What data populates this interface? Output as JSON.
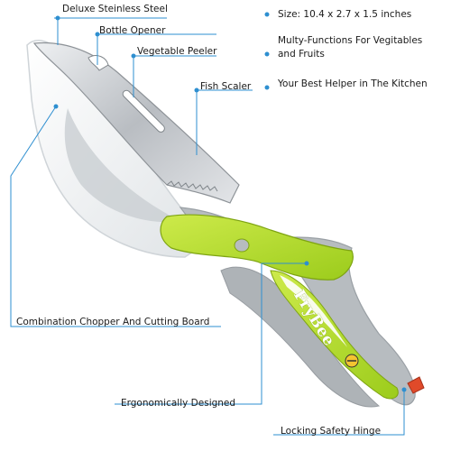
{
  "labels": {
    "steel": "Deluxe Steinless Steel",
    "bottle_opener": "Bottle Opener",
    "peeler": "Vegetable Peeler",
    "fish_scaler": "Fish Scaler",
    "chopper": "Combination Chopper And Cutting Board",
    "ergonomic": "Ergonomically Designed",
    "hinge": "Locking Safety Hinge",
    "size": "Size: 10.4 x 2.7 x 1.5 inches",
    "multi_1": "Multy-Functions For Vegitables",
    "multi_2": "and Fruits",
    "helper": "Your Best Helper in The Kitchen"
  },
  "brand_text": "FryBee",
  "colors": {
    "accent": "#2e8fd0",
    "handle_green": "#b5dc2a",
    "handle_gray": "#b7bcc0",
    "blade": "#c9ccd0",
    "board_white": "#f6f7f8",
    "hinge_red": "#e04a2a"
  }
}
